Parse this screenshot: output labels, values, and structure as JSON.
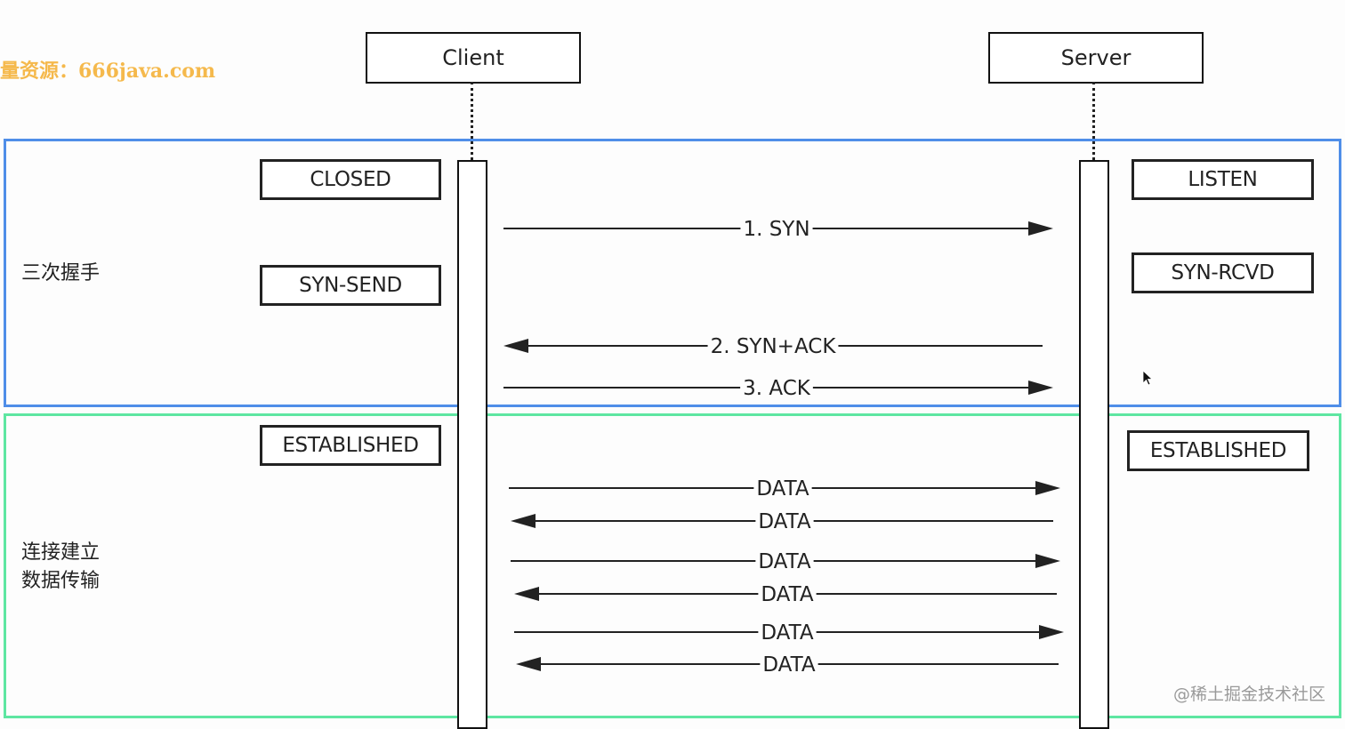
{
  "watermark": "量资源：666java.com",
  "actors": {
    "client": "Client",
    "server": "Server"
  },
  "phases": {
    "handshake": "三次握手",
    "data_transfer": "连接建立\n数据传输"
  },
  "states": {
    "client": [
      "CLOSED",
      "SYN-SEND",
      "ESTABLISHED"
    ],
    "server": [
      "LISTEN",
      "SYN-RCVD",
      "ESTABLISHED"
    ]
  },
  "messages": [
    {
      "label": "1. SYN",
      "direction": "to-server"
    },
    {
      "label": "2. SYN+ACK",
      "direction": "to-client"
    },
    {
      "label": "3. ACK",
      "direction": "to-server"
    },
    {
      "label": "DATA",
      "direction": "to-server"
    },
    {
      "label": "DATA",
      "direction": "to-client"
    },
    {
      "label": "DATA",
      "direction": "to-server"
    },
    {
      "label": "DATA",
      "direction": "to-client"
    },
    {
      "label": "DATA",
      "direction": "to-server"
    },
    {
      "label": "DATA",
      "direction": "to-client"
    }
  ],
  "credit": "@稀土掘金技术社区",
  "colors": {
    "handshake_border": "#4f8ee8",
    "data_border": "#5ee6a2",
    "watermark": "#f5b94c"
  },
  "icons": [
    "cursor-arrow-icon"
  ]
}
